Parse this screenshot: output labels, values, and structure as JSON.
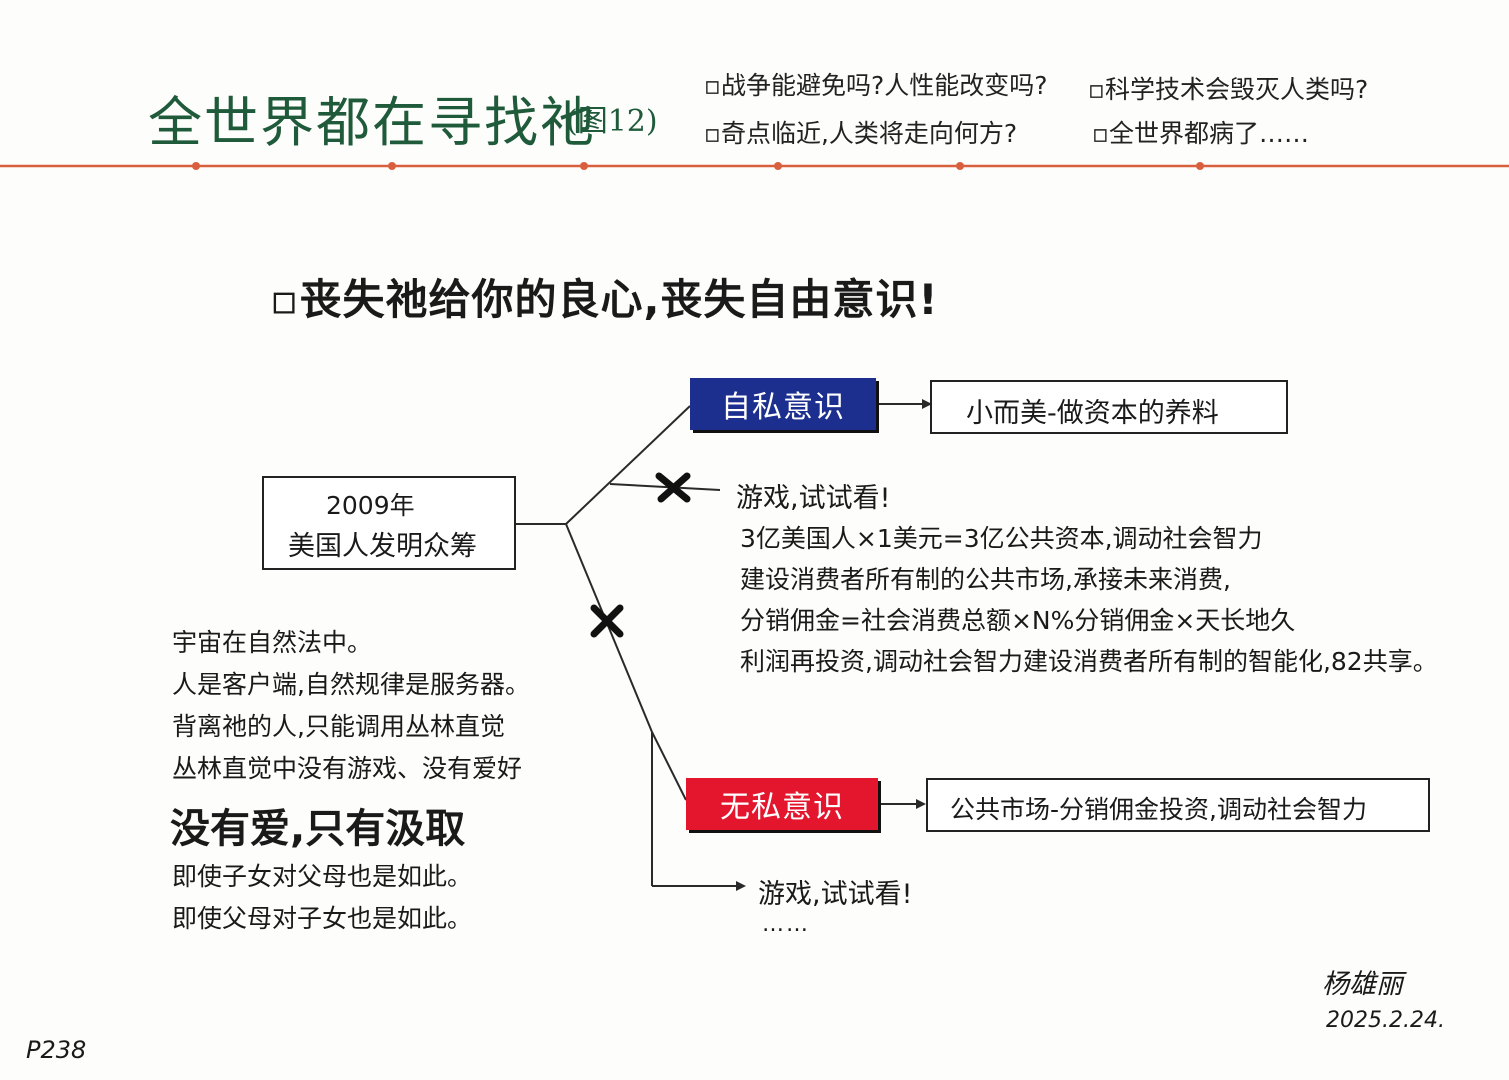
{
  "header": {
    "title": "全世界都在寻找祂",
    "figure_label": "(图12)",
    "questions": [
      "战争能避免吗?人性能改变吗?",
      "科学技术会毁灭人类吗?",
      "奇点临近,人类将走向何方?",
      "全世界都病了……"
    ]
  },
  "headline": "丧失祂给你的良心,丧失自由意识!",
  "origin": {
    "year": "2009年",
    "text": "美国人发明众筹"
  },
  "branch_selfish": {
    "label": "自私意识",
    "label_color": "#1c2f8f",
    "result": "小而美-做资本的养料"
  },
  "branch_game_1": {
    "title": "游戏,试试看!",
    "lines": [
      "3亿美国人×1美元=3亿公共资本,调动社会智力",
      "建设消费者所有制的公共市场,承接未来消费,",
      "分销佣金=社会消费总额×N%分销佣金×天长地久",
      "利润再投资,调动社会智力建设消费者所有制的智能化,82共享。"
    ]
  },
  "branch_selfless": {
    "label": "无私意识",
    "label_color": "#e3162e",
    "result": "公共市场-分销佣金投资,调动社会智力"
  },
  "branch_game_2": {
    "title": "游戏,试试看!",
    "ellipsis": "……"
  },
  "left_notes": {
    "lines": [
      "宇宙在自然法中。",
      "人是客户端,自然规律是服务器。",
      "背离祂的人,只能调用丛林直觉",
      "丛林直觉中没有游戏、没有爱好"
    ],
    "emphasis": "没有爱,只有汲取",
    "closing": [
      "即使子女对父母也是如此。",
      "即使父母对子女也是如此。"
    ]
  },
  "signature": {
    "name": "杨雄丽",
    "date": "2025.2.24."
  },
  "page_number": "P238",
  "colors": {
    "title_green": "#1f5a3a",
    "header_rule": "#d9603f",
    "selfish_blue": "#1c2f8f",
    "selfless_red": "#e3162e"
  }
}
